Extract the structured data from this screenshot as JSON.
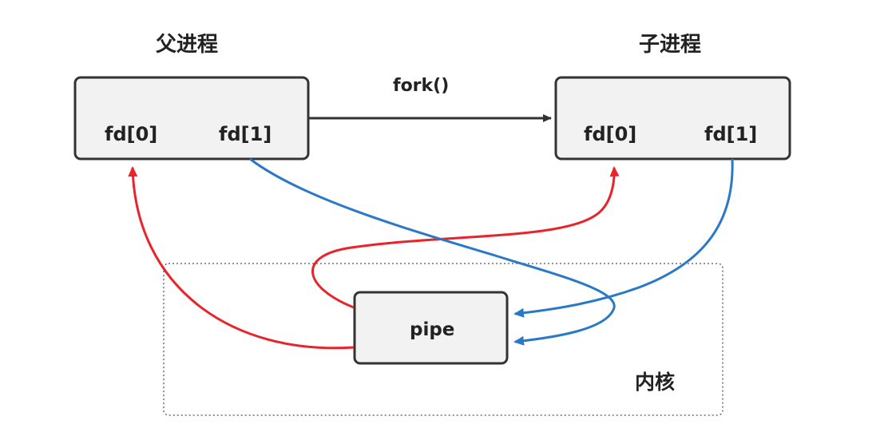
{
  "parent": {
    "title": "父进程",
    "fd0": "fd[0]",
    "fd1": "fd[1]"
  },
  "child": {
    "title": "子进程",
    "fd0": "fd[0]",
    "fd1": "fd[1]"
  },
  "fork_label": "fork()",
  "pipe_label": "pipe",
  "kernel_label": "内核",
  "colors": {
    "box_fill": "#f2f2f2",
    "box_stroke": "#333333",
    "read_arrow": "#e8232a",
    "write_arrow": "#2a78c8",
    "fork_arrow": "#333333",
    "kernel_border": "#555555"
  }
}
